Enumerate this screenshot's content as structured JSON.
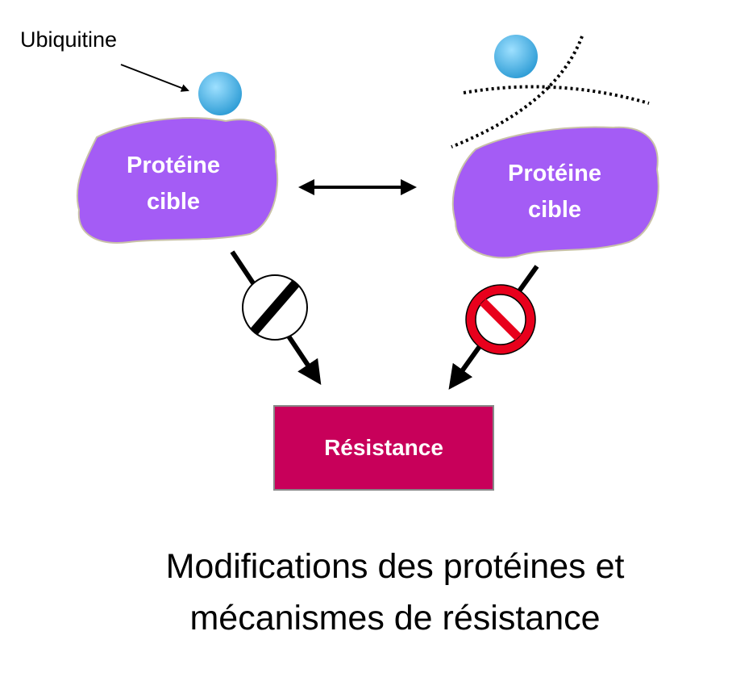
{
  "labels": {
    "ubiquitin": "Ubiquitine",
    "protein_left": [
      "Protéine",
      "cible"
    ],
    "protein_right": [
      "Protéine",
      "cible"
    ],
    "resistance": "Résistance"
  },
  "title": [
    "Modifications des protéines et",
    "mécanismes de résistance"
  ],
  "colors": {
    "protein": "#a45cf5",
    "ubiquitin": "#4fb8e8",
    "resistance": "#c8005a",
    "prohibit": "#e8001c"
  }
}
